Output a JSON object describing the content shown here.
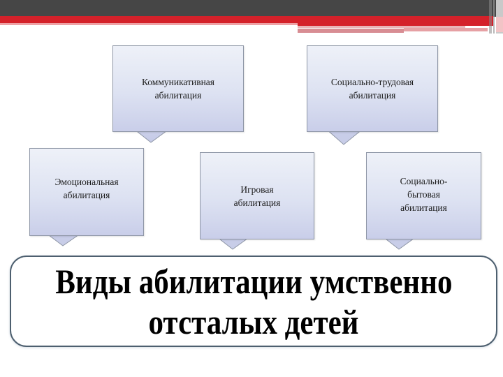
{
  "slide": {
    "colors": {
      "top_bar": "#464646",
      "accent_red": "#d4212a",
      "accent_pink": "#eea2a6",
      "callout_fill_top": "#eef1f8",
      "callout_fill_bottom": "#c9cee9",
      "callout_border": "#8e96a6",
      "title_border": "#4d5f6f"
    }
  },
  "callouts": [
    {
      "id": "communicative",
      "lines": [
        "Коммуникативная",
        "абилитация"
      ]
    },
    {
      "id": "social-labor",
      "lines": [
        "Социально-трудовая",
        "абилитация"
      ]
    },
    {
      "id": "emotional",
      "lines": [
        "Эмоциональная",
        "абилитация"
      ]
    },
    {
      "id": "play",
      "lines": [
        "Игровая",
        "абилитация"
      ]
    },
    {
      "id": "social-everyday",
      "lines": [
        "Социально-",
        "бытовая",
        "абилитация"
      ]
    }
  ],
  "title": {
    "line1": "Виды абилитации умственно",
    "line2": "отсталых детей"
  }
}
